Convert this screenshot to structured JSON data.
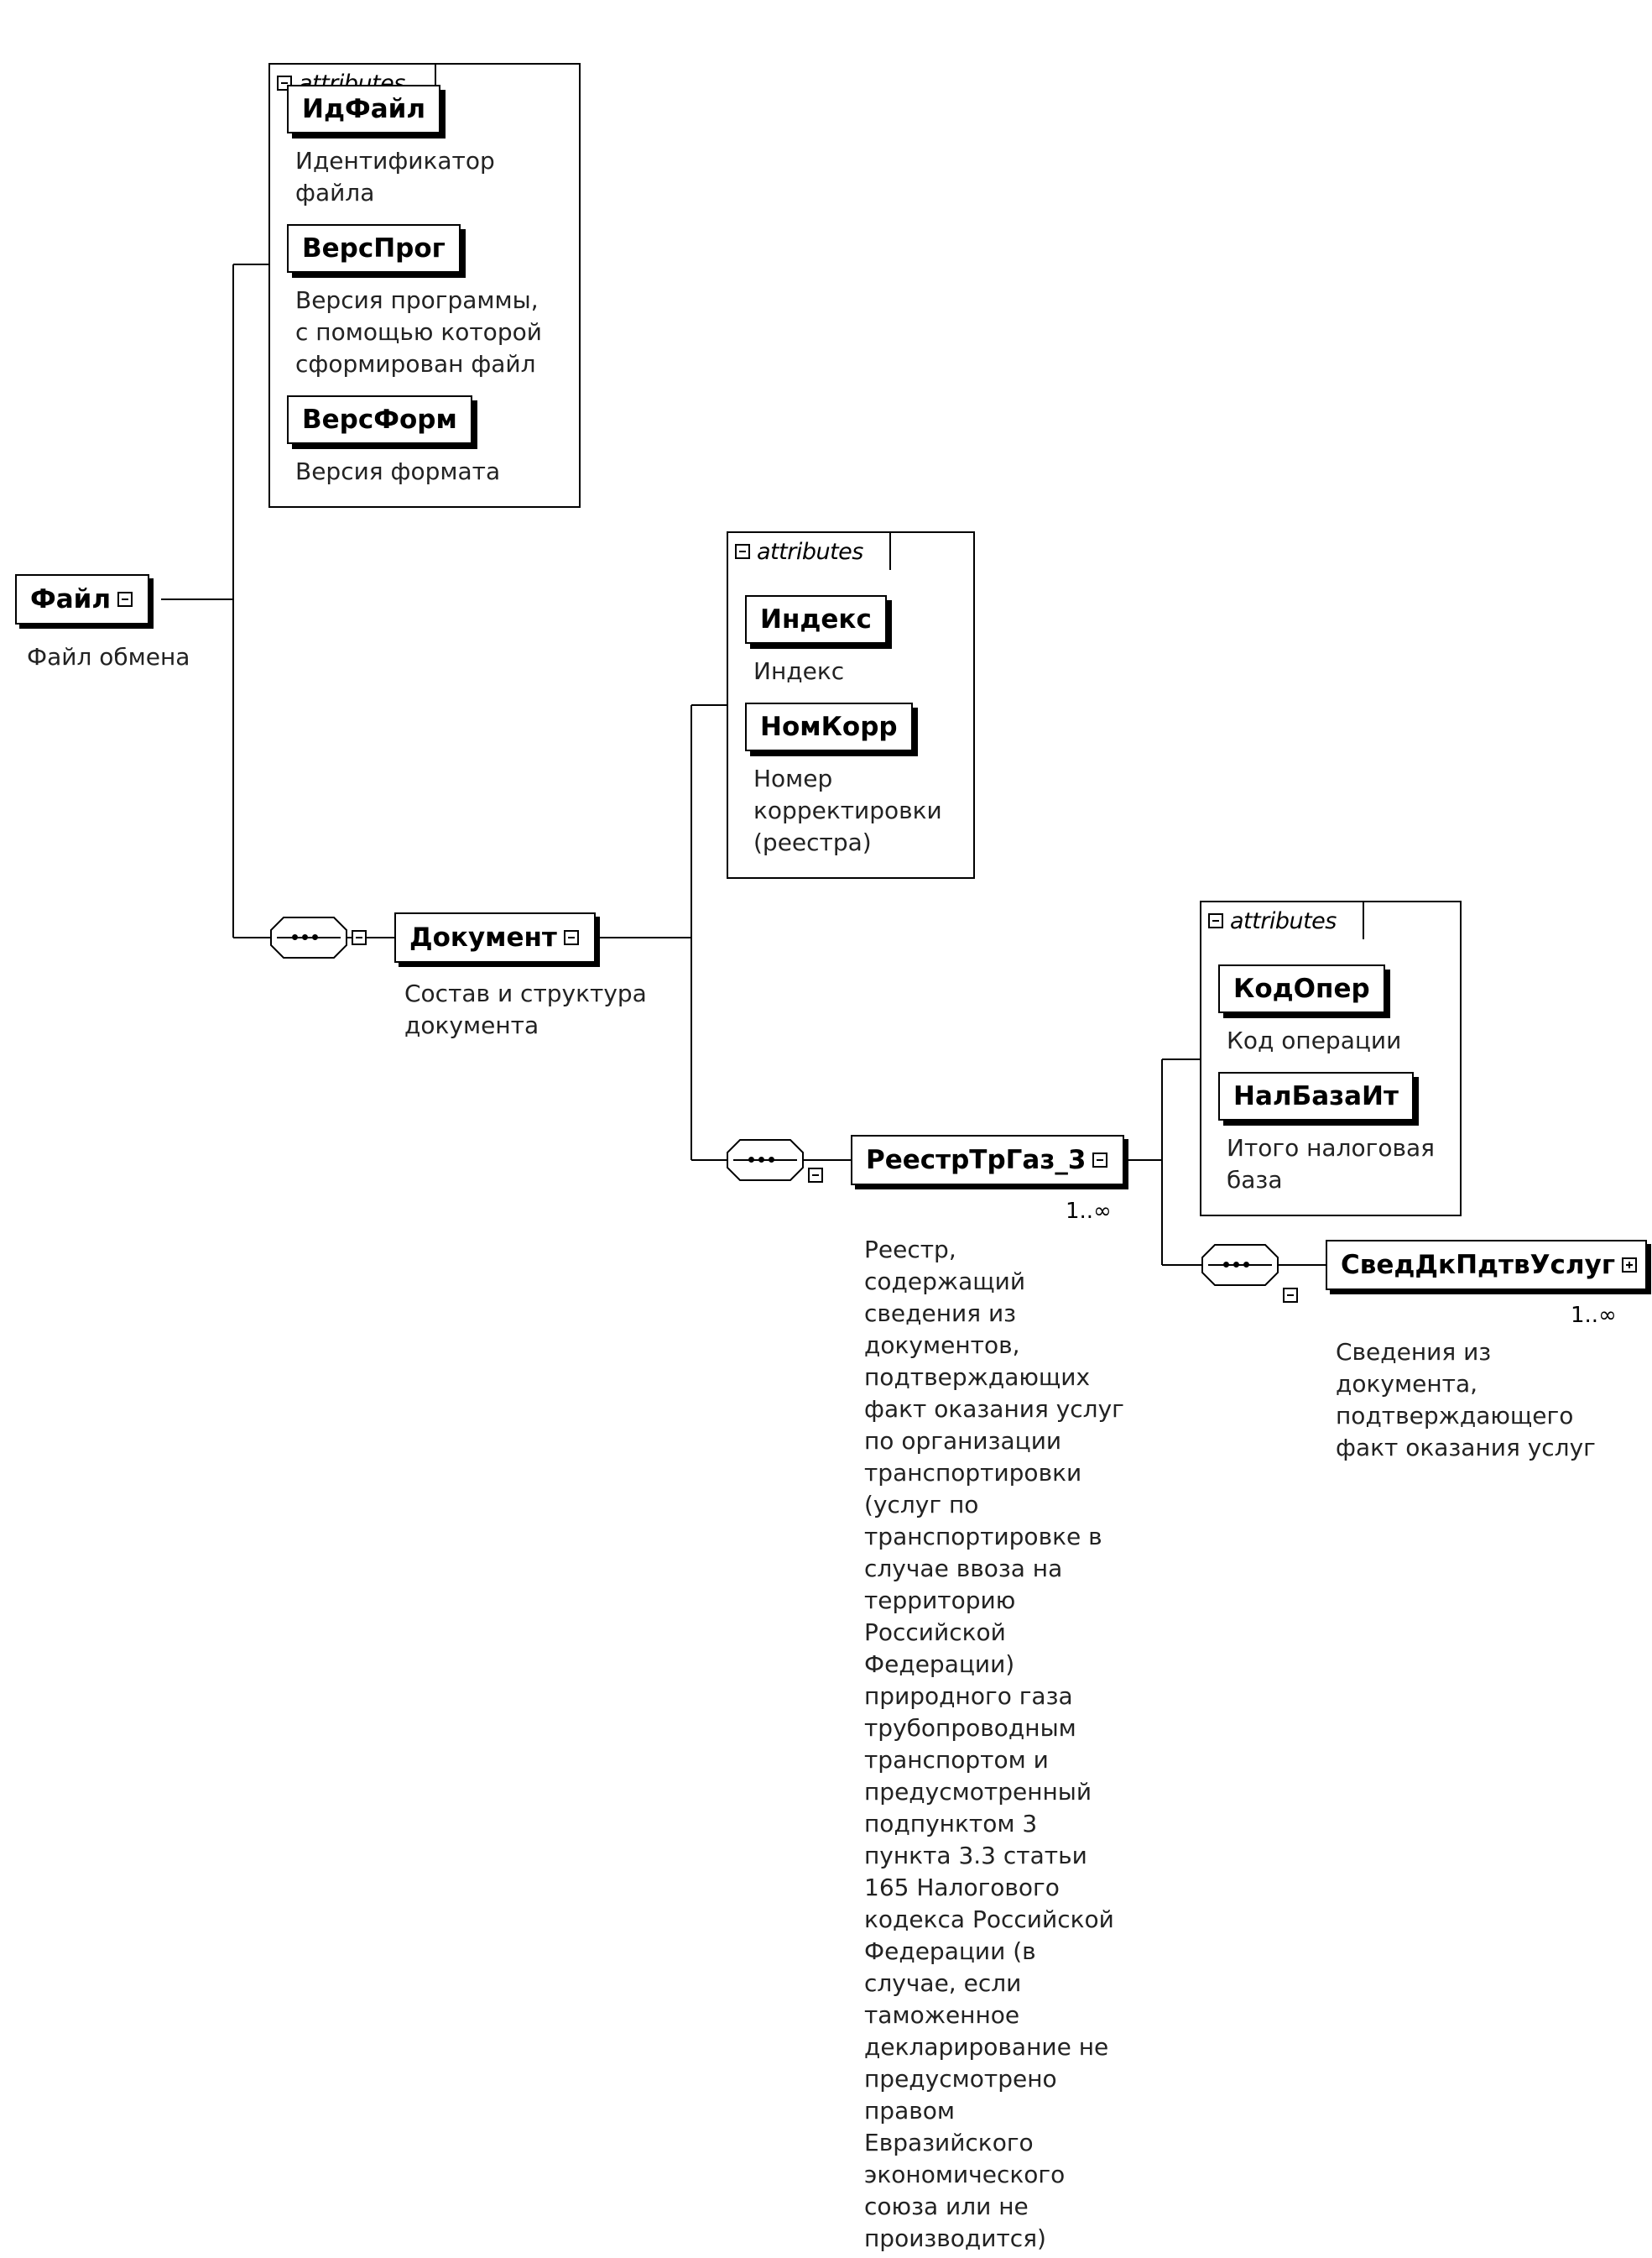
{
  "attributes_label": "attributes",
  "root": {
    "name": "Файл",
    "description": "Файл обмена"
  },
  "root_attributes": [
    {
      "name": "ИдФайл",
      "description": "Идентификатор\nфайла"
    },
    {
      "name": "ВерсПрог",
      "description": "Версия программы,\nс помощью которой\nсформирован файл"
    },
    {
      "name": "ВерсФорм",
      "description": "Версия формата"
    }
  ],
  "document": {
    "name": "Документ",
    "description": "Состав и структура\nдокумента"
  },
  "document_attributes": [
    {
      "name": "Индекс",
      "description": "Индекс"
    },
    {
      "name": "НомКорр",
      "description": "Номер\nкорректировки\n(реестра)"
    }
  ],
  "registry": {
    "name": "РеестрТрГаз_3",
    "cardinality": "1..∞",
    "description": "Реестр,\nсодержащий\nсведения из\nдокументов,\nподтверждающих\nфакт оказания услуг\nпо организации\nтранспортировки\n(услуг по\nтранспортировке в\nслучае ввоза на\nтерриторию\nРоссийской\nФедерации)\nприродного газа\nтрубопроводным\nтранспортом и\nпредусмотренный\nподпунктом 3\nпункта 3.3 статьи\n165 Налогового\nкодекса Российской\nФедерации (в\nслучае, если\nтаможенное\nдекларирование не\nпредусмотрено\nправом\nЕвразийского\nэкономического\nсоюза или не\nпроизводится)"
  },
  "registry_attributes": [
    {
      "name": "КодОпер",
      "description": "Код операции"
    },
    {
      "name": "НалБазаИт",
      "description": "Итого налоговая\nбаза"
    }
  ],
  "services": {
    "name": "СведДкПдтвУслуг",
    "cardinality": "1..∞",
    "description": "Сведения из\nдокумента,\nподтверждающего\nфакт оказания услуг"
  }
}
